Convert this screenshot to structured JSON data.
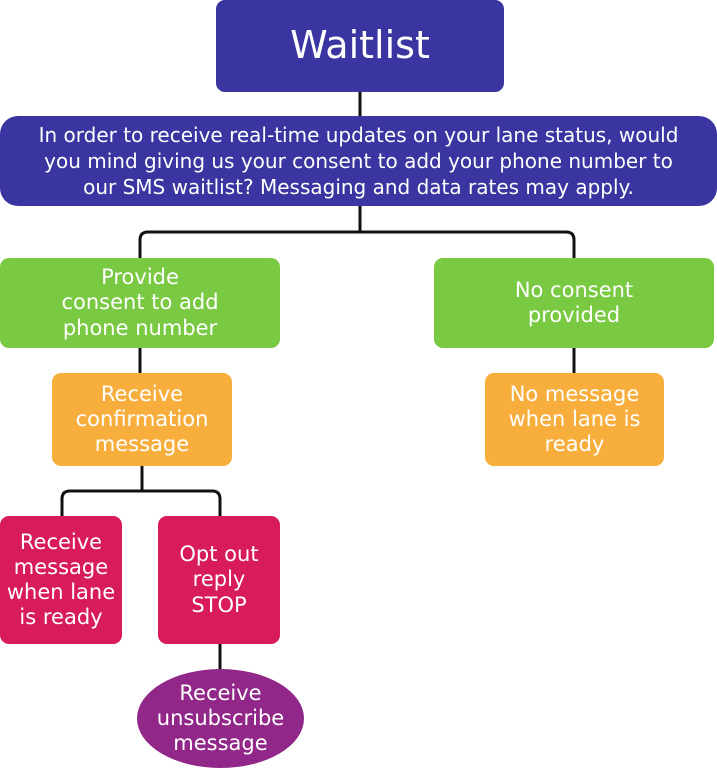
{
  "diagram": {
    "title": "Waitlist",
    "question": "In order to receive real-time updates on your lane status, would\nyou mind giving us your consent to add your phone number to\nour SMS waitlist?  Messaging and data rates may apply.",
    "consent": "Provide\nconsent to add\nphone number",
    "no_consent": "No consent\nprovided",
    "confirmation": "Receive\nconfirmation\nmessage",
    "no_message": "No message\nwhen lane is\nready",
    "ready_message": "Receive\nmessage\nwhen lane\nis ready",
    "opt_out": "Opt out\nreply\nSTOP",
    "unsubscribe": "Receive\nunsubscribe\nmessage"
  },
  "colors": {
    "blue": "#3a35a0",
    "green": "#7ac943",
    "orange": "#f8ae3c",
    "pink": "#d81b5b",
    "purple": "#912788",
    "connector": "#111111"
  }
}
